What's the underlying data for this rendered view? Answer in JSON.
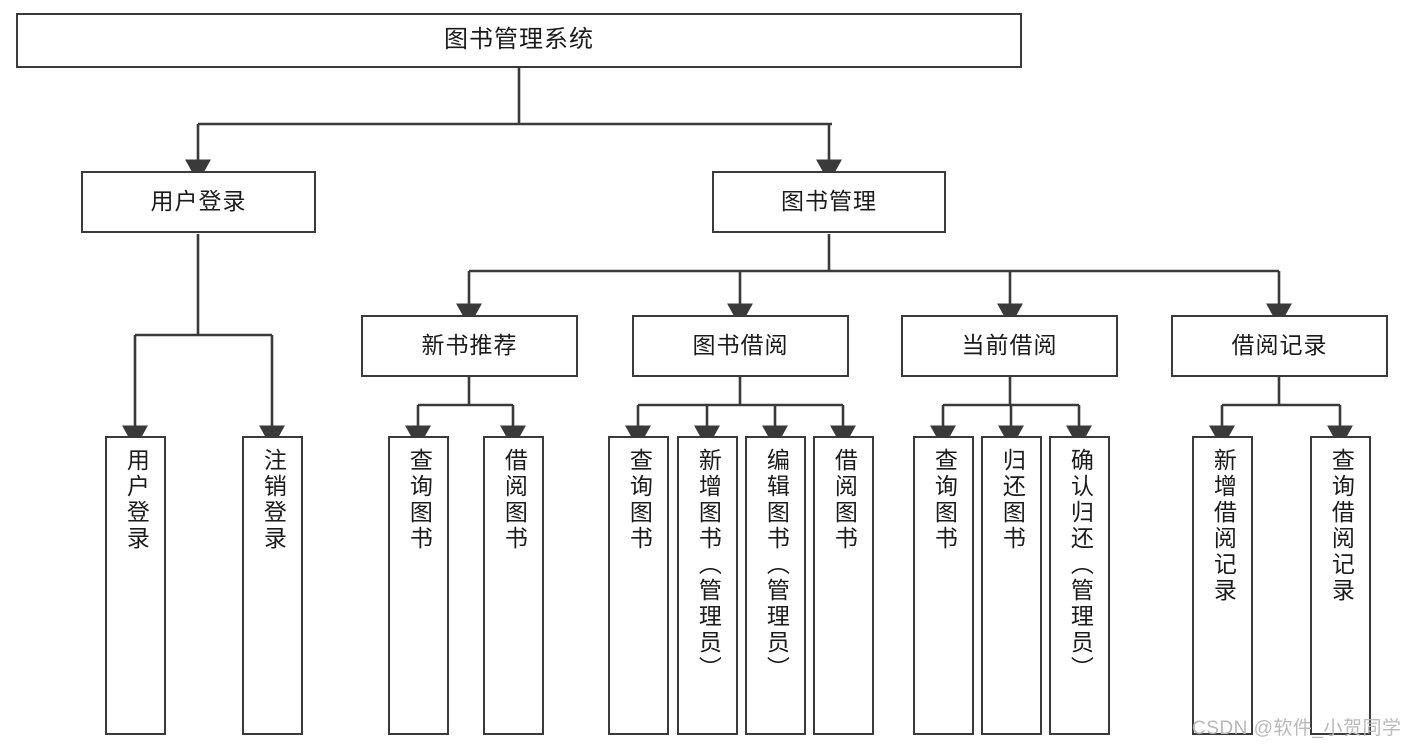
{
  "diagram": {
    "title": "图书管理系统",
    "watermark": "CSDN @软件_小贺同学",
    "stroke_color": "#3a3a3a",
    "text_color": "#1b1b1b",
    "background_color": "#ffffff",
    "root": {
      "label": "图书管理系统"
    },
    "level2": [
      {
        "id": "user-login",
        "label": "用户登录"
      },
      {
        "id": "book-manage",
        "label": "图书管理"
      }
    ],
    "level3": [
      {
        "id": "new-book-recommend",
        "label": "新书推荐"
      },
      {
        "id": "book-borrow",
        "label": "图书借阅"
      },
      {
        "id": "current-borrow",
        "label": "当前借阅"
      },
      {
        "id": "borrow-record",
        "label": "借阅记录"
      }
    ],
    "leaves": [
      {
        "id": "leaf-user-login",
        "label": "用户登录",
        "parent": "user-login"
      },
      {
        "id": "leaf-user-logout",
        "label": "注销登录",
        "parent": "user-login"
      },
      {
        "id": "leaf-query-book-1",
        "label": "查询图书",
        "parent": "new-book-recommend"
      },
      {
        "id": "leaf-borrow-book-1",
        "label": "借阅图书",
        "parent": "new-book-recommend"
      },
      {
        "id": "leaf-query-book-2",
        "label": "查询图书",
        "parent": "book-borrow"
      },
      {
        "id": "leaf-add-book",
        "label": "新增图书（管理员）",
        "parent": "book-borrow"
      },
      {
        "id": "leaf-edit-book",
        "label": "编辑图书（管理员）",
        "parent": "book-borrow"
      },
      {
        "id": "leaf-borrow-book-2",
        "label": "借阅图书",
        "parent": "book-borrow"
      },
      {
        "id": "leaf-query-book-3",
        "label": "查询图书",
        "parent": "current-borrow"
      },
      {
        "id": "leaf-return-book",
        "label": "归还图书",
        "parent": "current-borrow"
      },
      {
        "id": "leaf-confirm-return",
        "label": "确认归还（管理员）",
        "parent": "current-borrow"
      },
      {
        "id": "leaf-add-record",
        "label": "新增借阅记录",
        "parent": "borrow-record"
      },
      {
        "id": "leaf-query-record",
        "label": "查询借阅记录",
        "parent": "borrow-record"
      }
    ]
  }
}
